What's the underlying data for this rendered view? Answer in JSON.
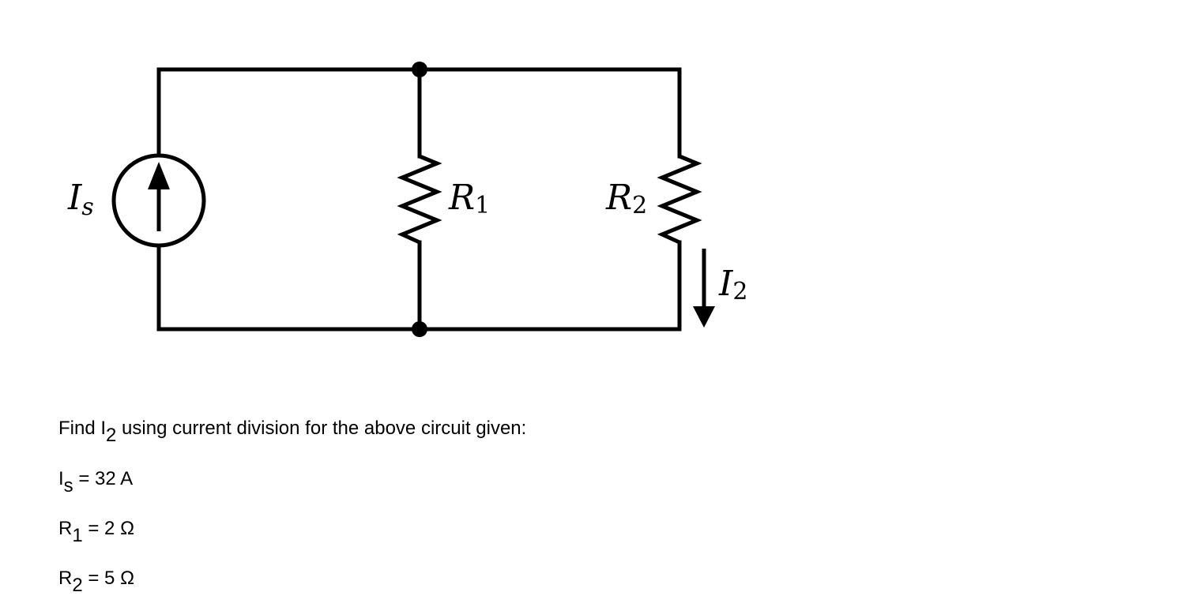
{
  "diagram": {
    "type": "circuit",
    "components": [
      {
        "id": "Is",
        "kind": "current-source",
        "label": "I",
        "label_sub": "s"
      },
      {
        "id": "R1",
        "kind": "resistor",
        "label": "R",
        "label_sub": "1"
      },
      {
        "id": "R2",
        "kind": "resistor",
        "label": "R",
        "label_sub": "2"
      },
      {
        "id": "I2",
        "kind": "current-arrow",
        "label": "I",
        "label_sub": "2"
      }
    ]
  },
  "problem": {
    "question": {
      "prefix": "Find I",
      "sub": "2",
      "suffix": " using current division for the above circuit given:"
    },
    "givens": [
      {
        "sym": "I",
        "sub": "s",
        "rest": " = 32 A"
      },
      {
        "sym": "R",
        "sub": "1",
        "rest": " = 2 Ω"
      },
      {
        "sym": "R",
        "sub": "2",
        "rest": " = 5 Ω"
      }
    ]
  }
}
